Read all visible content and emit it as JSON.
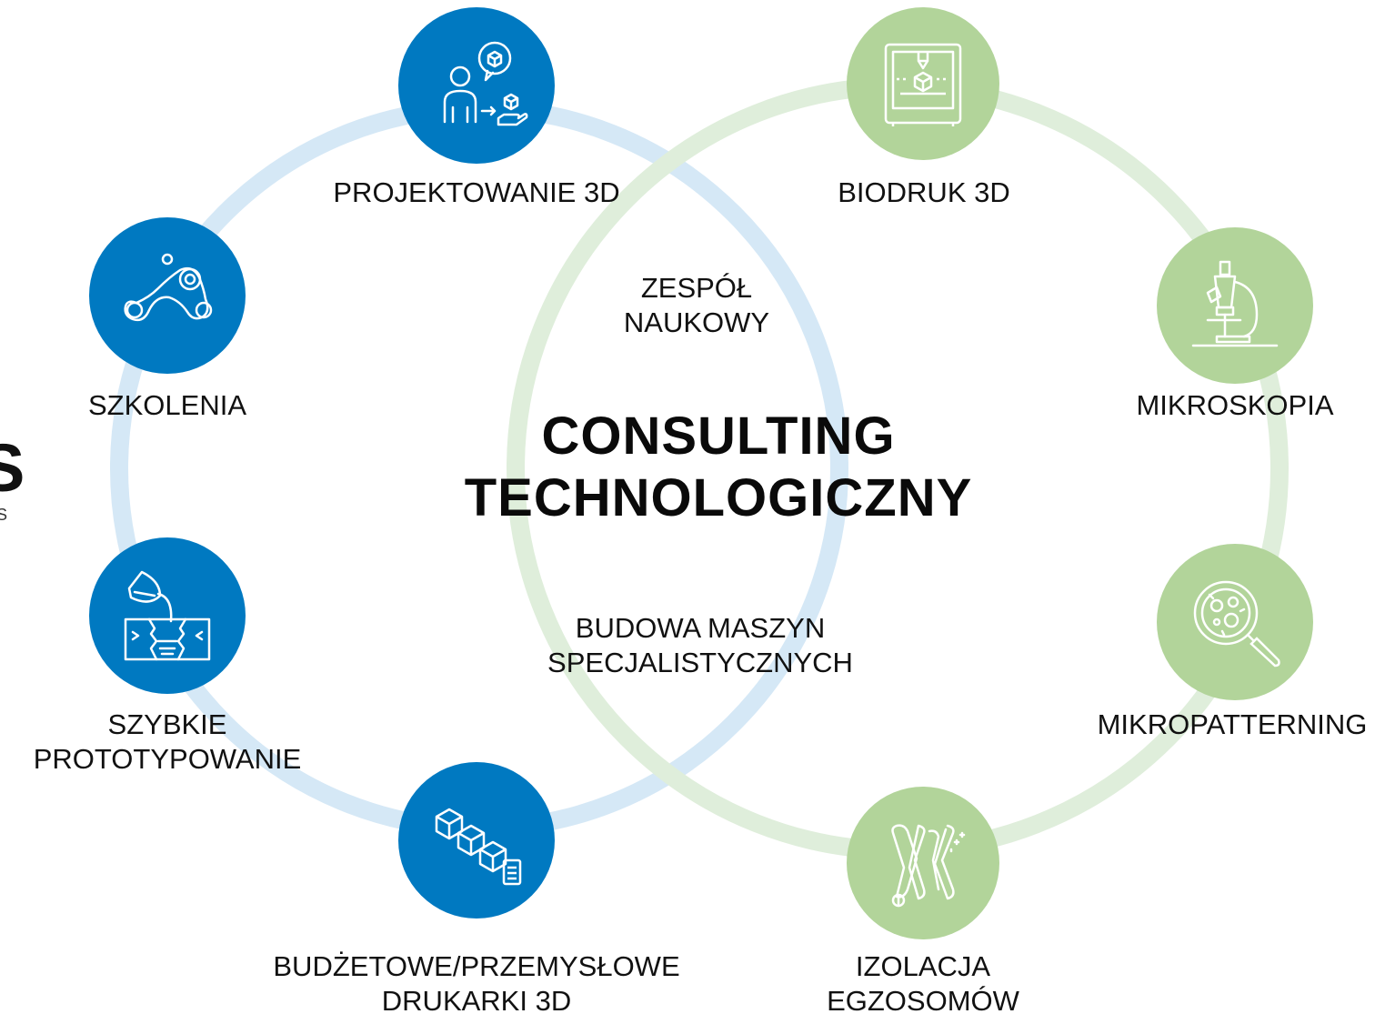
{
  "colors": {
    "blue": "#0079C1",
    "green": "#B2D49A",
    "blue_ring": "#D5E8F6",
    "green_ring": "#DFEEDB"
  },
  "center": {
    "title_line1": "CONSULTING",
    "title_line2": "TECHNOLOGICZNY"
  },
  "inner": {
    "top": {
      "line1": "ZESPÓŁ",
      "line2": "NAUKOWY"
    },
    "bottom": {
      "line1": "BUDOWA MASZYN",
      "line2": "SPECJALISTYCZNYCH"
    }
  },
  "nodes": {
    "projektowanie": {
      "label": "PROJEKTOWANIE 3D",
      "icon": "designer-cube-icon"
    },
    "szkolenia": {
      "label": "SZKOLENIA",
      "icon": "molecule-icon"
    },
    "szybkie": {
      "line1": "SZYBKIE",
      "line2": "PROTOTYPOWANIE",
      "icon": "mold-casting-icon"
    },
    "drukarki": {
      "line1": "BUDŻETOWE/PRZEMYSŁOWE",
      "line2": "DRUKARKI 3D",
      "icon": "boxes-checklist-icon"
    },
    "biodruk": {
      "label": "BIODRUK 3D",
      "icon": "printer-3d-icon"
    },
    "mikroskopia": {
      "label": "MIKROSKOPIA",
      "icon": "microscope-icon"
    },
    "mikropatterning": {
      "label": "MIKROPATTERNING",
      "icon": "magnifier-cells-icon"
    },
    "egzosomy": {
      "line1": "IZOLACJA",
      "line2": "EGZOSOMÓW",
      "icon": "chromosome-icon"
    }
  },
  "cut_logo": {
    "mark": "S",
    "sub": "S"
  }
}
